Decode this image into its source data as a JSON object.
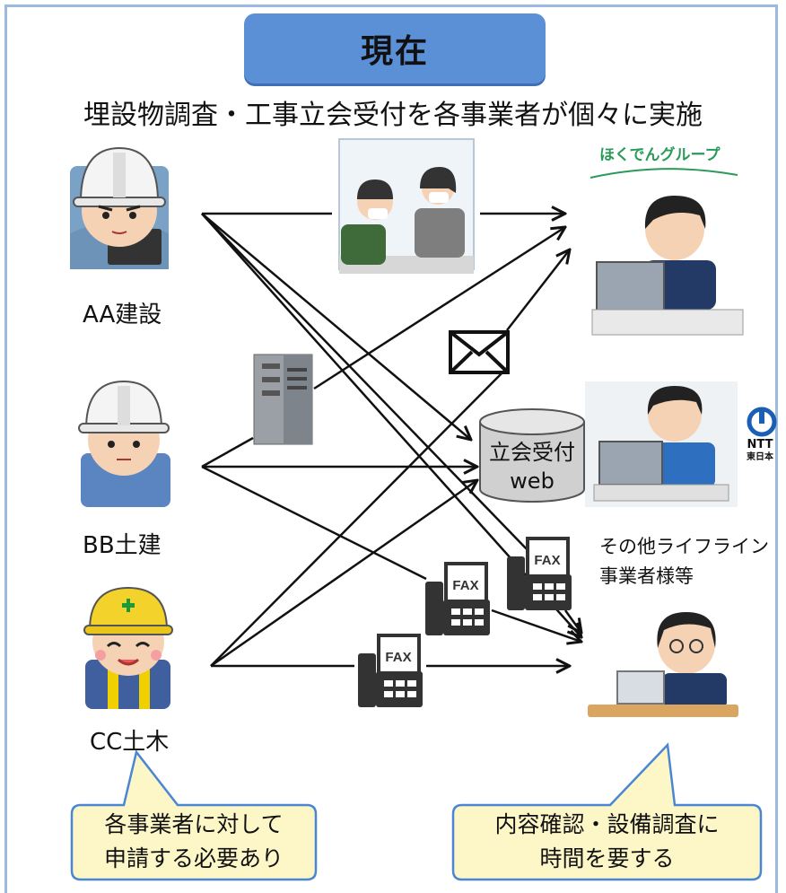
{
  "title": "現在",
  "subtitle": "埋設物調査・工事立会受付を各事業者が個々に実施",
  "contractors": [
    {
      "label": "AA建設"
    },
    {
      "label": "BB土建"
    },
    {
      "label": "CC土木"
    }
  ],
  "database": {
    "line1": "立会受付",
    "line2": "web"
  },
  "fax_label": "FAX",
  "receivers": {
    "hokuden_logo": "ほくでんグループ",
    "ntt_logo_line1": "NTT",
    "ntt_logo_line2": "東日本",
    "others_line1": "その他ライフライン",
    "others_line2": "事業者様等"
  },
  "callouts": {
    "left_line1": "各事業者に対して",
    "left_line2": "申請する必要あり",
    "right_line1": "内容確認・設備調査に",
    "right_line2": "時間を要する"
  },
  "colors": {
    "title_bg": "#5b8fd6",
    "frame": "#9cb9e0",
    "callout_bg": "#fdf7c8",
    "callout_border": "#4a86d4",
    "hokuden_green": "#2a9a5a",
    "hokuden_red": "#e03030",
    "ntt_blue": "#1a5fb4"
  }
}
